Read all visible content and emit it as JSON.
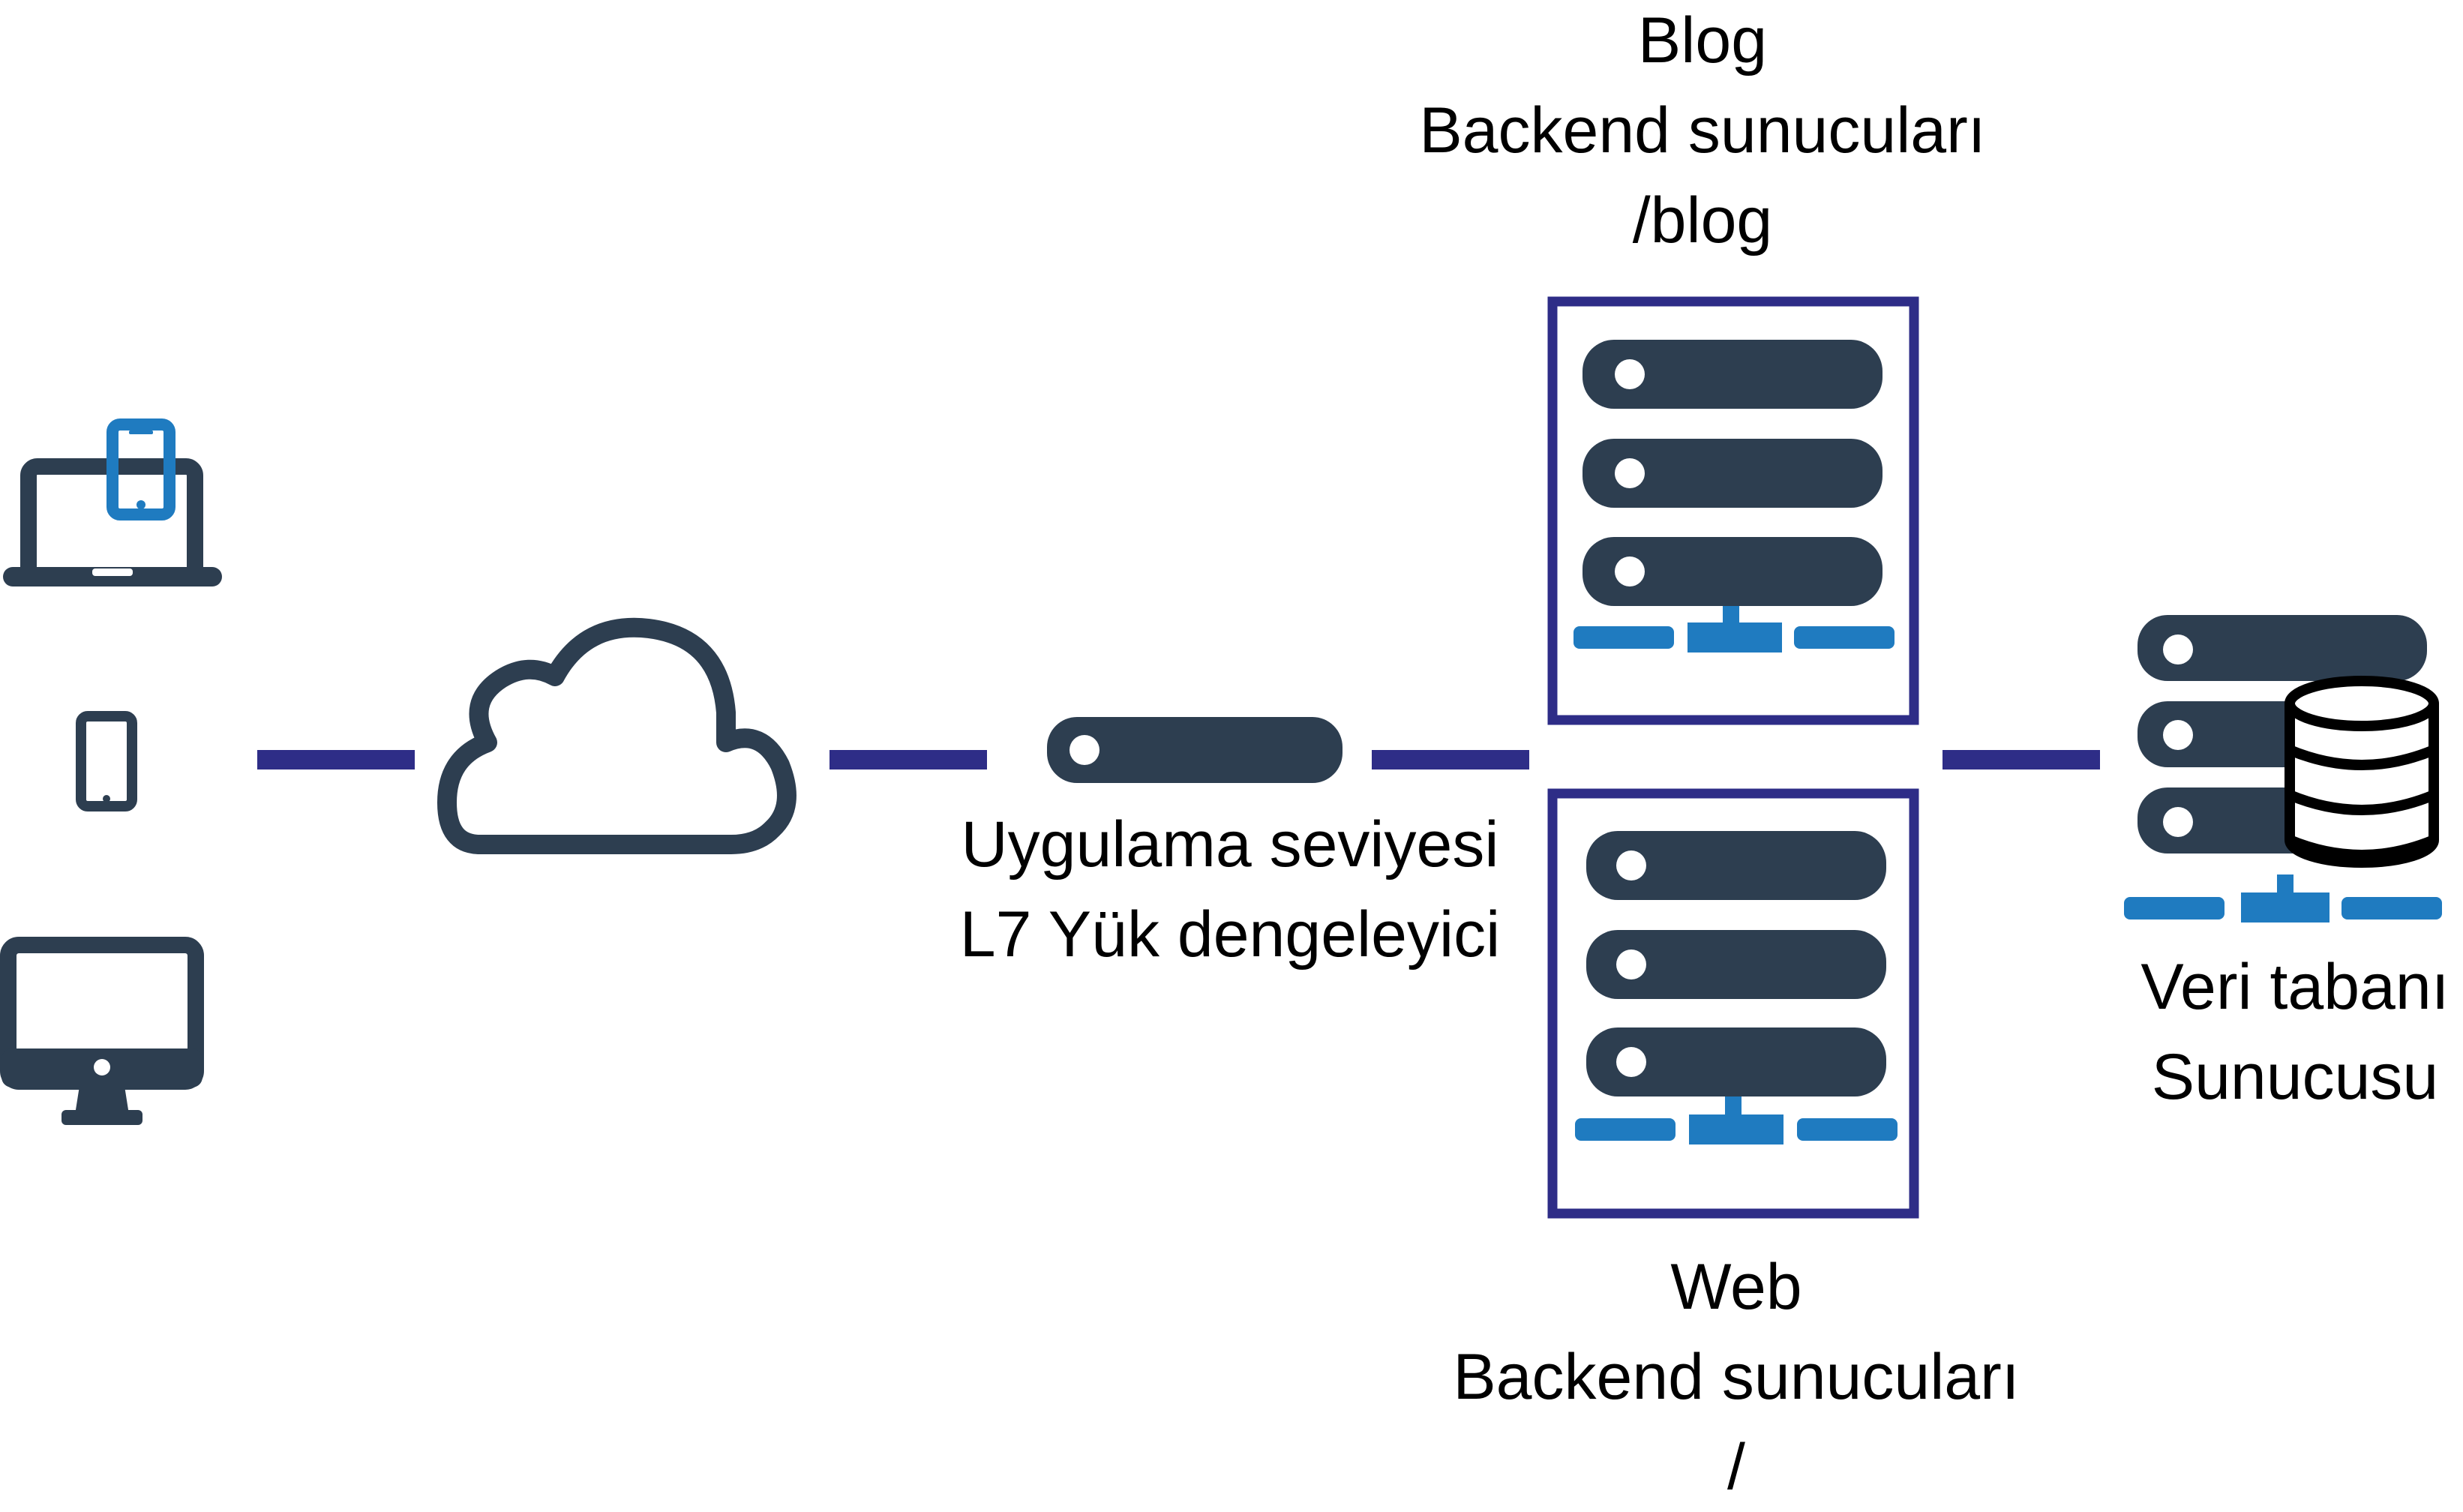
{
  "colors": {
    "dark": "#2d3e50",
    "blue": "#1f7bc0",
    "navy": "#2e2d87",
    "white": "#ffffff"
  },
  "icons": {
    "laptop_phone": "laptop-with-phone-icon",
    "phone": "smartphone-icon",
    "desktop": "desktop-monitor-icon",
    "cloud": "cloud-icon",
    "load_balancer": "load-balancer-server-icon",
    "server_stack": "server-stack-icon",
    "database_server": "database-server-icon"
  },
  "labels": {
    "blog": {
      "line1": "Blog",
      "line2": "Backend sunucuları",
      "line3": "/blog"
    },
    "web": {
      "line1": "Web",
      "line2": "Backend sunucuları",
      "line3": "/"
    },
    "load_balancer": {
      "line1": "Uygulama seviyesi",
      "line2": "L7 Yük dengeleyici"
    },
    "database": {
      "line1": "Veri tabanı",
      "line2": "Sunucusu"
    }
  }
}
